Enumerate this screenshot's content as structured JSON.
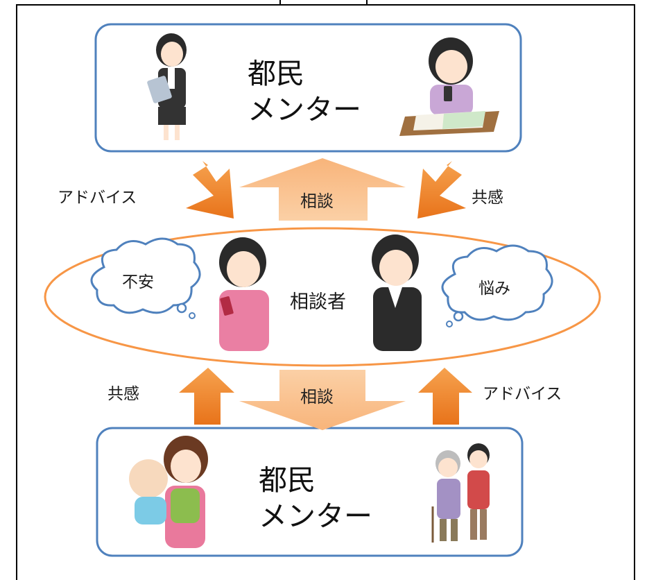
{
  "top_group": {
    "line1": "都民",
    "line2": "メンター",
    "left_person_icon": "woman-with-tablet-icon",
    "right_person_icon": "student-studying-icon"
  },
  "bottom_group": {
    "line1": "都民",
    "line2": "メンター",
    "left_person_icon": "mother-with-baby-icon",
    "right_person_icon": "caregiver-with-elderly-icon"
  },
  "consulter": {
    "label": "相談者",
    "left_bubble": "不安",
    "right_bubble": "悩み",
    "left_person_icon": "woman-with-phone-icon",
    "right_person_icon": "worried-woman-suit-icon"
  },
  "top_flows": {
    "left_label": "アドバイス",
    "center_label": "相談",
    "right_label": "共感"
  },
  "bottom_flows": {
    "left_label": "共感",
    "center_label": "相談",
    "right_label": "アドバイス"
  },
  "colors": {
    "box_border": "#4f81bd",
    "ellipse_border": "#f79646",
    "arrow_dark": "#f07f1e",
    "arrow_light": "#fbc99b",
    "bubble_border": "#4f81bd"
  }
}
